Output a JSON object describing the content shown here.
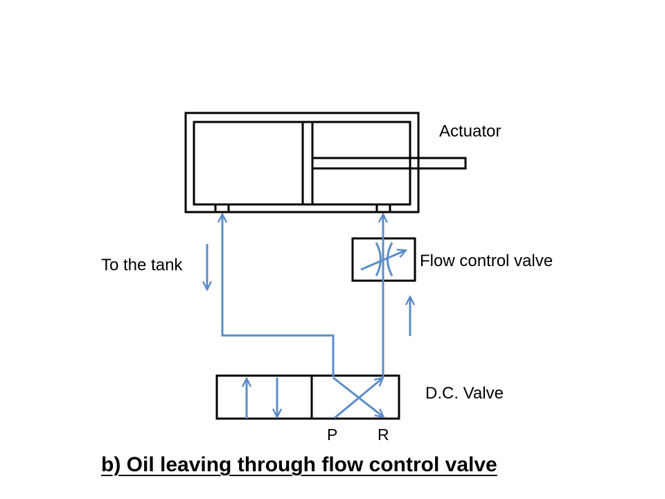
{
  "labels": {
    "actuator": "Actuator",
    "to_the_tank": "To the tank",
    "flow_control_valve": "Flow control valve",
    "dc_valve": "D.C. Valve",
    "port_p": "P",
    "port_r": "R"
  },
  "caption": "b) Oil leaving through flow control valve",
  "colors": {
    "outline": "#000000",
    "flow": "#5b8cc8"
  }
}
